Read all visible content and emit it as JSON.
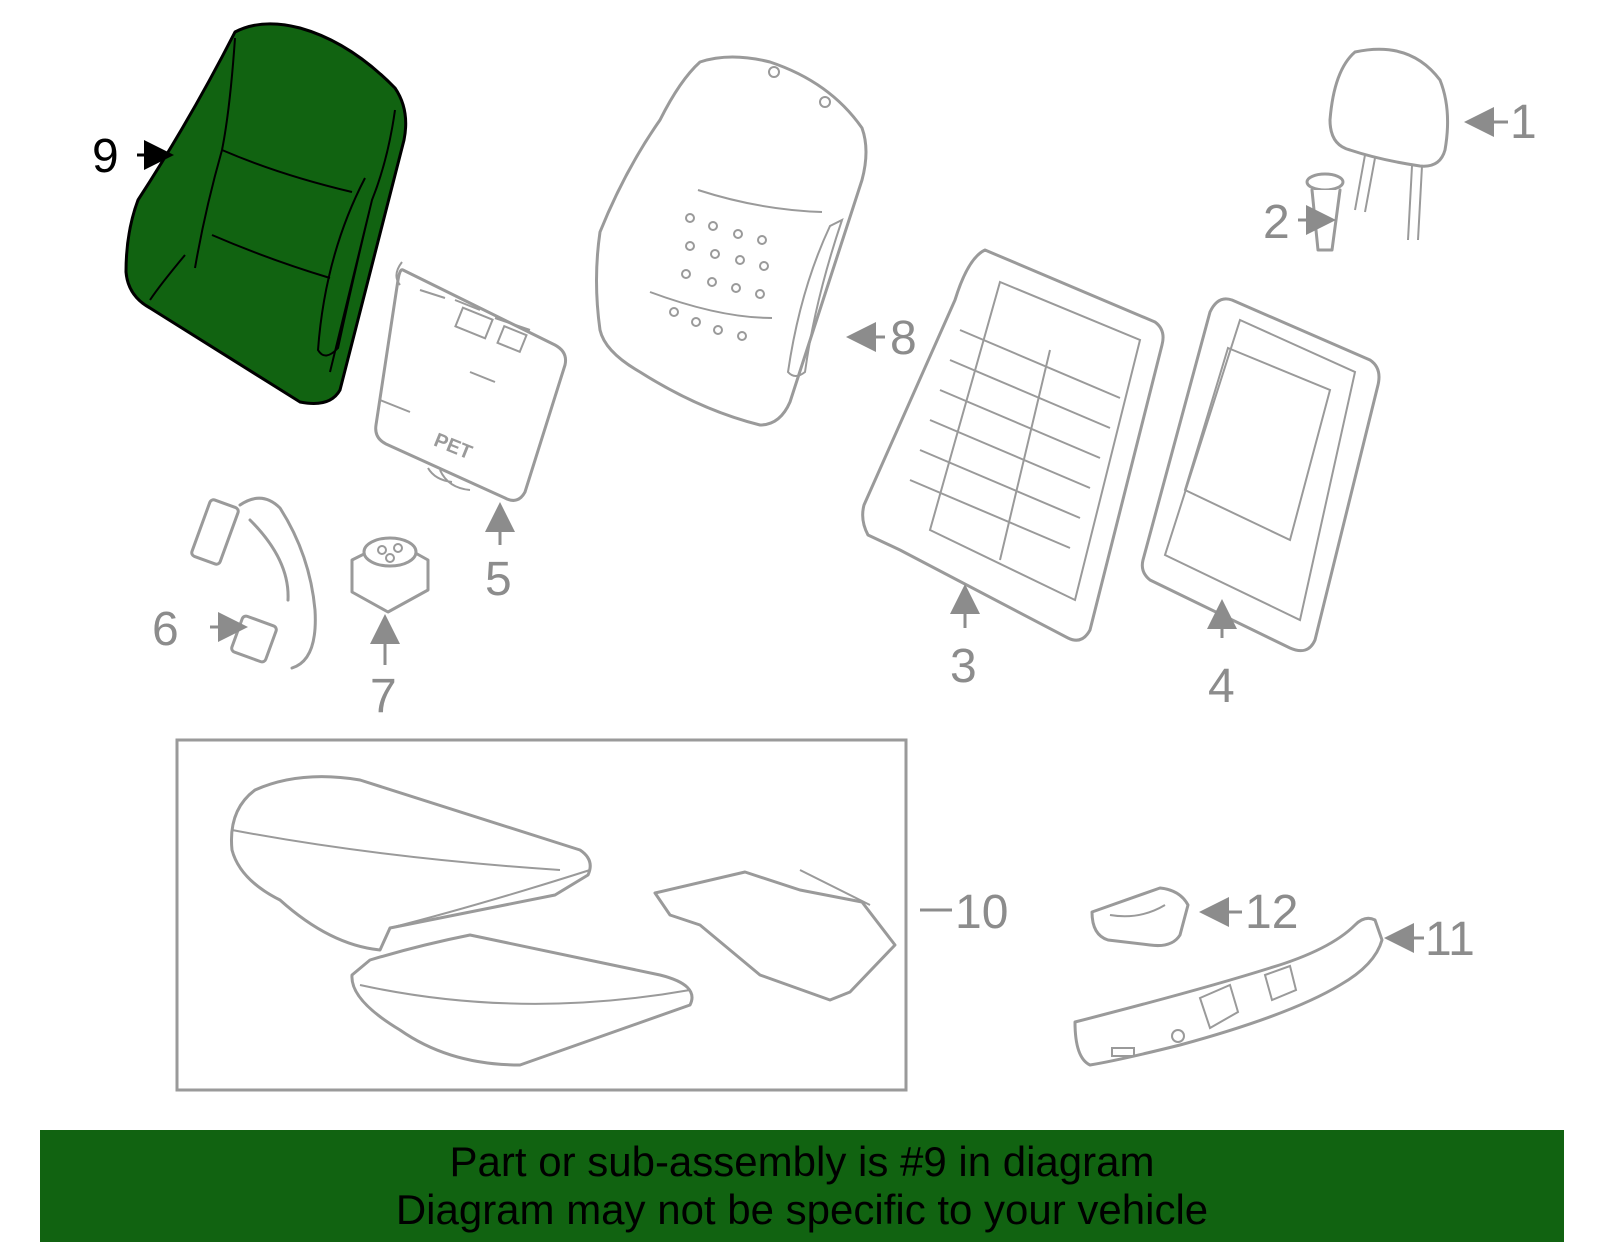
{
  "diagram": {
    "highlight_color": "#116311",
    "line_color": "#9a9a9a",
    "callouts": [
      {
        "id": "1",
        "label": "1"
      },
      {
        "id": "2",
        "label": "2"
      },
      {
        "id": "3",
        "label": "3"
      },
      {
        "id": "4",
        "label": "4"
      },
      {
        "id": "5",
        "label": "5"
      },
      {
        "id": "6",
        "label": "6"
      },
      {
        "id": "7",
        "label": "7"
      },
      {
        "id": "8",
        "label": "8"
      },
      {
        "id": "9",
        "label": "9"
      },
      {
        "id": "10",
        "label": "10"
      },
      {
        "id": "11",
        "label": "11"
      },
      {
        "id": "12",
        "label": "12"
      }
    ],
    "highlighted_part": "9",
    "inset_text": "PET"
  },
  "banner": {
    "line1": "Part or sub-assembly is #9 in diagram",
    "line2": "Diagram may not be specific to your vehicle",
    "color": "#116311"
  }
}
